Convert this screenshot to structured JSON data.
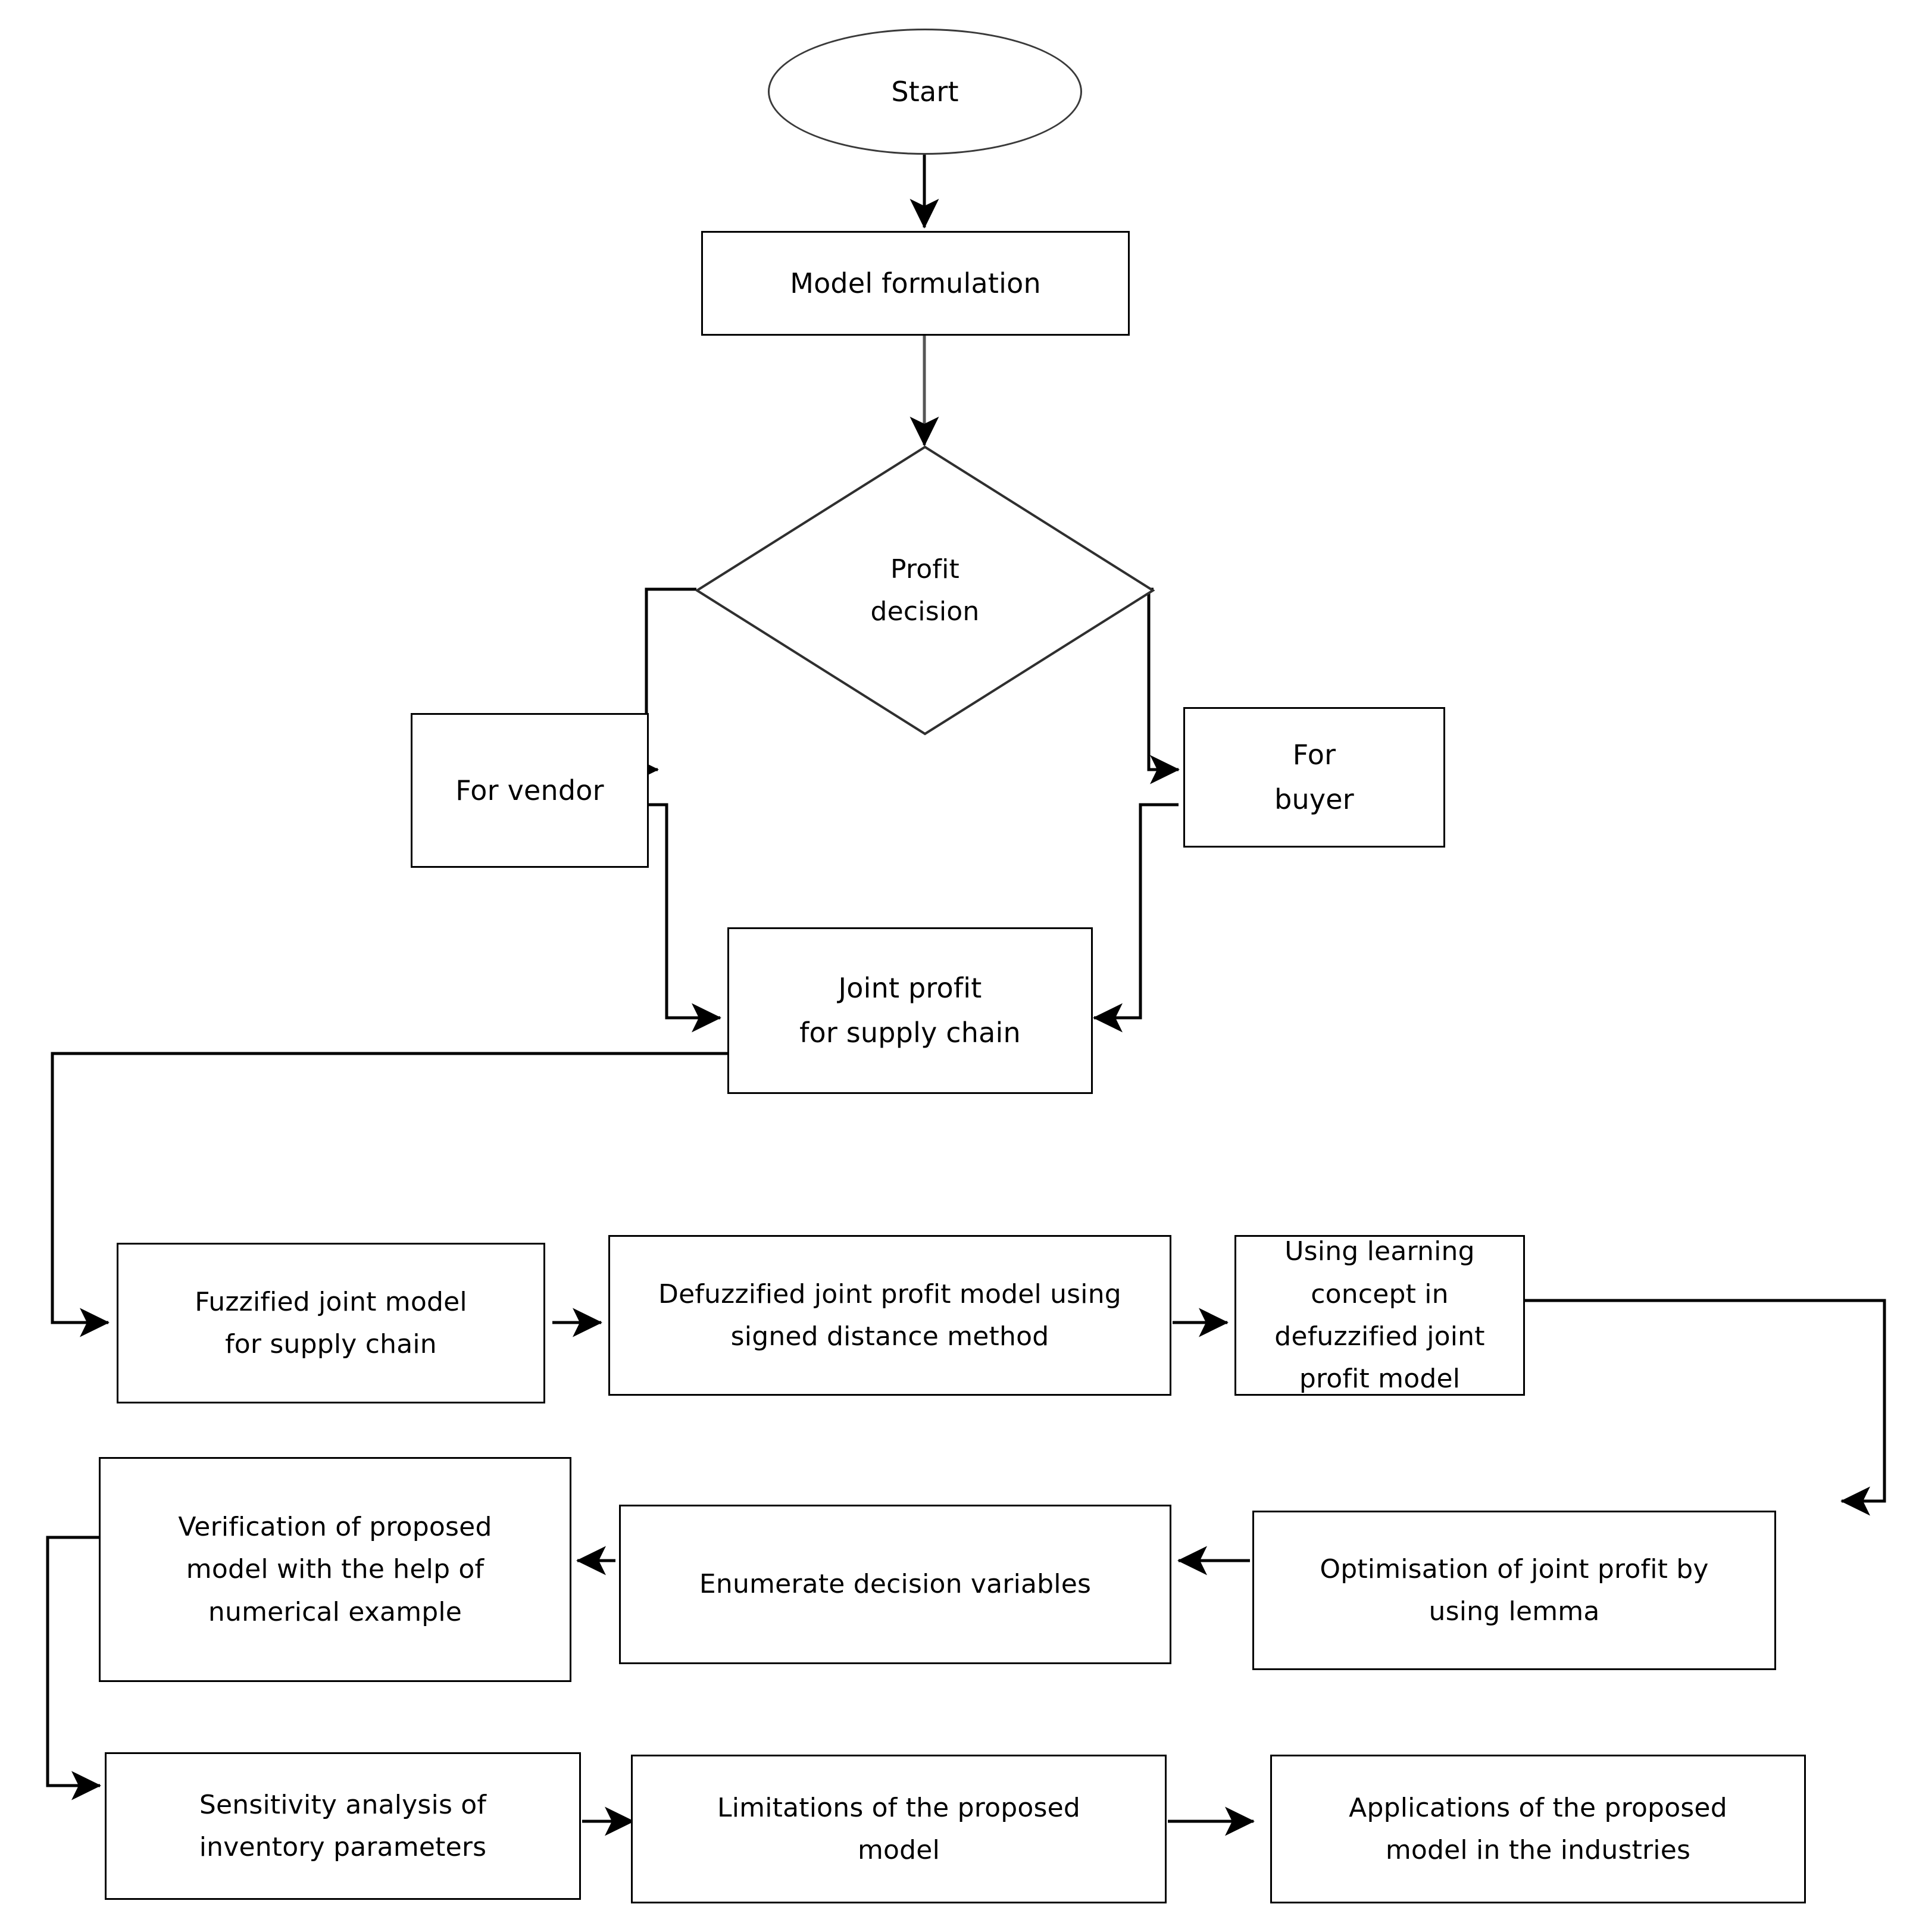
{
  "diagram": {
    "type": "flowchart",
    "title": "",
    "orientation": "top-to-bottom",
    "background_color": "#ffffff",
    "line_color": "#000000",
    "text_color": "#000000"
  },
  "nodes": {
    "start": {
      "label": "Start",
      "shape": "ellipse"
    },
    "model_formulation": {
      "label": "Model formulation",
      "shape": "rectangle"
    },
    "profit_decision": {
      "label": "Profit\ndecision",
      "shape": "diamond"
    },
    "for_vendor": {
      "label": "For vendor",
      "shape": "rectangle"
    },
    "for_buyer": {
      "label": "For\nbuyer",
      "shape": "rectangle"
    },
    "joint_profit": {
      "label": "Joint profit\nfor supply chain",
      "shape": "rectangle"
    },
    "fuzzified_joint_model": {
      "label": "Fuzzified joint model\nfor supply chain",
      "shape": "rectangle"
    },
    "defuzzified_joint_profit": {
      "label": "Defuzzified joint profit model using\nsigned distance method",
      "shape": "rectangle"
    },
    "learning_concept": {
      "label": "Using learning concept in\ndefuzzified joint profit model",
      "shape": "rectangle"
    },
    "optimisation_lemma": {
      "label": "Optimisation of joint profit by\nusing lemma",
      "shape": "rectangle"
    },
    "enumerate_variables": {
      "label": "Enumerate decision variables",
      "shape": "rectangle"
    },
    "verification": {
      "label": "Verification of proposed\nmodel with the help of\nnumerical example",
      "shape": "rectangle"
    },
    "sensitivity_analysis": {
      "label": "Sensitivity analysis of\ninventory parameters",
      "shape": "rectangle"
    },
    "limitations": {
      "label": "Limitations of the proposed\nmodel",
      "shape": "rectangle"
    },
    "applications": {
      "label": "Applications of the proposed\nmodel in the industries",
      "shape": "rectangle"
    }
  },
  "edges": [
    {
      "from": "start",
      "to": "model_formulation",
      "arrow": true
    },
    {
      "from": "model_formulation",
      "to": "profit_decision",
      "arrow": true
    },
    {
      "from": "profit_decision",
      "to": "for_vendor",
      "arrow": true
    },
    {
      "from": "profit_decision",
      "to": "for_buyer",
      "arrow": true
    },
    {
      "from": "for_vendor",
      "to": "joint_profit",
      "arrow": true
    },
    {
      "from": "for_buyer",
      "to": "joint_profit",
      "arrow": true
    },
    {
      "from": "joint_profit",
      "to": "fuzzified_joint_model",
      "arrow": true
    },
    {
      "from": "fuzzified_joint_model",
      "to": "defuzzified_joint_profit",
      "arrow": true
    },
    {
      "from": "defuzzified_joint_profit",
      "to": "learning_concept",
      "arrow": true
    },
    {
      "from": "learning_concept",
      "to": "optimisation_lemma",
      "arrow": true
    },
    {
      "from": "optimisation_lemma",
      "to": "enumerate_variables",
      "arrow": true
    },
    {
      "from": "enumerate_variables",
      "to": "verification",
      "arrow": true
    },
    {
      "from": "verification",
      "to": "sensitivity_analysis",
      "arrow": true
    },
    {
      "from": "sensitivity_analysis",
      "to": "limitations",
      "arrow": true
    },
    {
      "from": "limitations",
      "to": "applications",
      "arrow": true
    }
  ]
}
